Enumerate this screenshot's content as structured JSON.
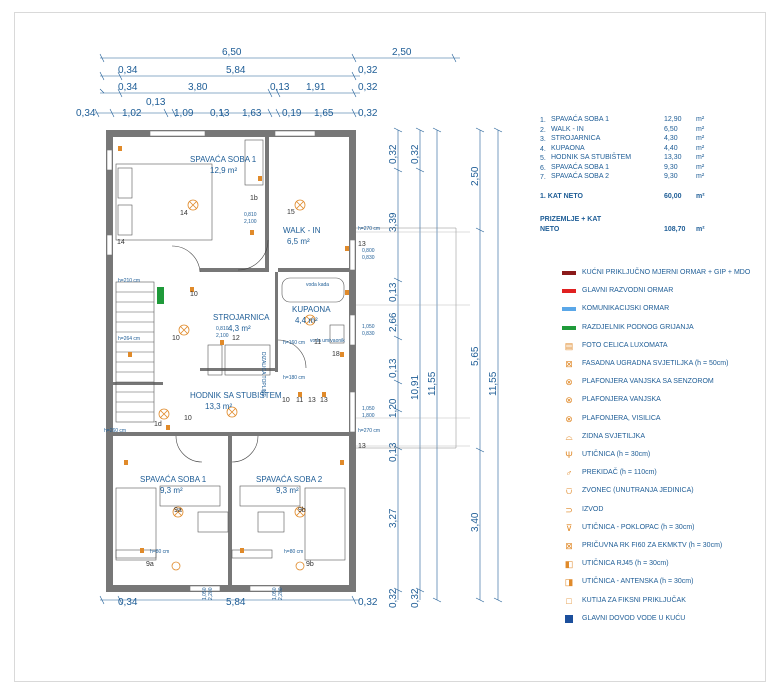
{
  "dimensions": {
    "top_row1": [
      "6,50",
      "2,50"
    ],
    "top_row2": [
      "0,34",
      "5,84",
      "0,32"
    ],
    "top_row3": [
      "0,34",
      "3,80",
      "0,13",
      "1,91",
      "0,32"
    ],
    "top_row3b": "0,13",
    "top_row4": [
      "0,34",
      "1,02",
      "1,09",
      "0,13",
      "1,63",
      "0,19",
      "1,65",
      "0,32"
    ],
    "bottom": [
      "0,34",
      "5,84",
      "0,32"
    ],
    "right_col1": [
      "0,32",
      "3,39",
      "0,13",
      "2,66",
      "0,13",
      "1,20",
      "0,13",
      "3,27",
      "0,32"
    ],
    "right_col2": [
      "0,32",
      "10,91",
      "0,32"
    ],
    "right_col3": "11,55",
    "right_col4": [
      "2,50",
      "5,65",
      "3,40"
    ],
    "right_col5": "11,55"
  },
  "rooms": [
    {
      "name": "SPAVAĆA SOBA 1",
      "area": "12,9 m²"
    },
    {
      "name": "WALK - IN",
      "area": "6,5 m²"
    },
    {
      "name": "STROJARNICA",
      "area": "4,3 m²"
    },
    {
      "name": "KUPAONA",
      "area": "4,4 m²"
    },
    {
      "name": "HODNIK SA STUBIŠTEM",
      "area": "13,3 m²"
    },
    {
      "name": "SPAVAĆA SOBA 1",
      "area": "9,3 m²"
    },
    {
      "name": "SPAVAĆA SOBA 2",
      "area": "9,3 m²"
    }
  ],
  "plan_labels": {
    "door_a": "0,810",
    "door_b": "2,100",
    "door_c": "0,810",
    "door_d": "2,100",
    "win_a": "0,800",
    "win_b": "0,830",
    "win_c": "1,050",
    "win_d": "0,830",
    "win_e": "1,050",
    "win_f": "1,800",
    "bottom_a": "1,050",
    "bottom_b": "2,200",
    "h270a": "h=270 cm",
    "h270b": "h=270 cm",
    "h210": "h=210 cm",
    "h264": "h=264 cm",
    "h260": "h=260 cm",
    "h160": "h=160 cm",
    "h180": "h=180 cm",
    "h80a": "h=80 cm",
    "h80b": "h=80 cm",
    "voda": "voda kada",
    "voda2": "voda umivaonik",
    "dizalica": "DIZALICA TOPLINE",
    "n": [
      "14",
      "1b",
      "14",
      "15",
      "13",
      "10",
      "10",
      "12",
      "11",
      "10",
      "1d",
      "13",
      "18",
      "9a",
      "9b",
      "9a",
      "9b",
      "13",
      "10",
      "11",
      "13"
    ]
  },
  "area_table": {
    "rows": [
      {
        "idx": "1.",
        "name": "SPAVAĆA SOBA 1",
        "value": "12,90",
        "unit": "m²"
      },
      {
        "idx": "2.",
        "name": "WALK - IN",
        "value": "6,50",
        "unit": "m²"
      },
      {
        "idx": "3.",
        "name": "STROJARNICA",
        "value": "4,30",
        "unit": "m²"
      },
      {
        "idx": "4.",
        "name": "KUPAONA",
        "value": "4,40",
        "unit": "m²"
      },
      {
        "idx": "5.",
        "name": "HODNIK SA STUBIŠTEM",
        "value": "13,30",
        "unit": "m²"
      },
      {
        "idx": "6.",
        "name": "SPAVAĆA SOBA 1",
        "value": "9,30",
        "unit": "m²"
      },
      {
        "idx": "7.",
        "name": "SPAVAĆA SOBA 2",
        "value": "9,30",
        "unit": "m²"
      }
    ],
    "net_label": "1. KAT NETO",
    "net_value": "60,00",
    "net_unit": "m²",
    "total_label_1": "PRIZEMLJE + KAT",
    "total_label_2": "NETO",
    "total_value": "108,70",
    "total_unit": "m²"
  },
  "legend": [
    {
      "icon": "bar",
      "color": "#8b1a1a",
      "label": "KUĆNI PRIKLJUČNO MJERNI ORMAR + GIP + MDO"
    },
    {
      "icon": "bar",
      "color": "#e02020",
      "label": "GLAVNI RAZVODNI ORMAR"
    },
    {
      "icon": "bar",
      "color": "#5aa7e8",
      "label": "KOMUNIKACIJSKI ORMAR"
    },
    {
      "icon": "bar",
      "color": "#1f9a3a",
      "label": "RAZDJELNIK PODNOG GRIJANJA"
    },
    {
      "icon": "photo-cell-icon",
      "glyph": "▤",
      "label": "FOTO CELICA LUXOMATA"
    },
    {
      "icon": "facade-light-icon",
      "glyph": "⊠",
      "label": "FASADNA UGRADNA SVJETILJKA (h = 50cm)"
    },
    {
      "icon": "ceiling-sensor-icon",
      "glyph": "⊗",
      "label": "PLAFONJERA VANJSKA SA SENZOROM"
    },
    {
      "icon": "ceiling-outdoor-icon",
      "glyph": "⊗",
      "label": "PLAFONJERA VANJSKA"
    },
    {
      "icon": "ceiling-pendant-icon",
      "glyph": "⊗",
      "label": "PLAFONJERA, VISILICA"
    },
    {
      "icon": "wall-light-icon",
      "glyph": "⌓",
      "label": "ZIDNA SVJETILJKA"
    },
    {
      "icon": "socket-icon",
      "glyph": "Ψ",
      "label": "UTIČNICA (h = 30cm)"
    },
    {
      "icon": "switch-icon",
      "glyph": "♂",
      "label": "PREKIDAČ (h = 110cm)"
    },
    {
      "icon": "bell-icon",
      "glyph": "⩂",
      "label": "ZVONEC (UNUTRANJA JEDINICA)"
    },
    {
      "icon": "outlet-point-icon",
      "glyph": "⊃",
      "label": "IZVOD"
    },
    {
      "icon": "covered-socket-icon",
      "glyph": "⊽",
      "label": "UTIČNICA - POKLOPAC (h = 30cm)"
    },
    {
      "icon": "junction-box-icon",
      "glyph": "⊠",
      "label": "PRIČUVNA RK FI60 ZA EKMKTV (h = 30cm)"
    },
    {
      "icon": "rj45-icon",
      "glyph": "◧",
      "label": "UTIČNICA RJ45 (h = 30cm)"
    },
    {
      "icon": "antenna-socket-icon",
      "glyph": "◨",
      "label": "UTIČNICA - ANTENSKA (h = 30cm)"
    },
    {
      "icon": "fixed-box-icon",
      "glyph": "□",
      "label": "KUTIJA ZA FIKSNI PRIKLJUČAK"
    },
    {
      "icon": "water-inlet-icon",
      "color": "#1c4f9c",
      "label": "GLAVNI DOVOD VODE U KUĆU"
    }
  ]
}
